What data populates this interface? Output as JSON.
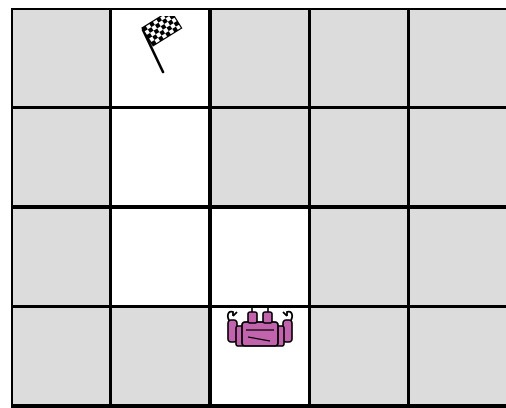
{
  "game": {
    "rows": 4,
    "cols": 5,
    "grid": [
      [
        "blocked",
        "open",
        "blocked",
        "blocked",
        "blocked"
      ],
      [
        "blocked",
        "open",
        "blocked",
        "blocked",
        "blocked"
      ],
      [
        "blocked",
        "open",
        "open",
        "blocked",
        "blocked"
      ],
      [
        "blocked",
        "blocked",
        "open",
        "blocked",
        "blocked"
      ]
    ],
    "goal": {
      "row": 0,
      "col": 1,
      "icon": "checkered-flag-icon"
    },
    "robot": {
      "row": 3,
      "col": 2,
      "icon": "robot-icon",
      "facing": "up"
    },
    "colors": {
      "blocked_cell": "#dcdcdc",
      "open_cell": "#ffffff",
      "grid_line": "#000000",
      "robot": "#c263ae"
    }
  }
}
